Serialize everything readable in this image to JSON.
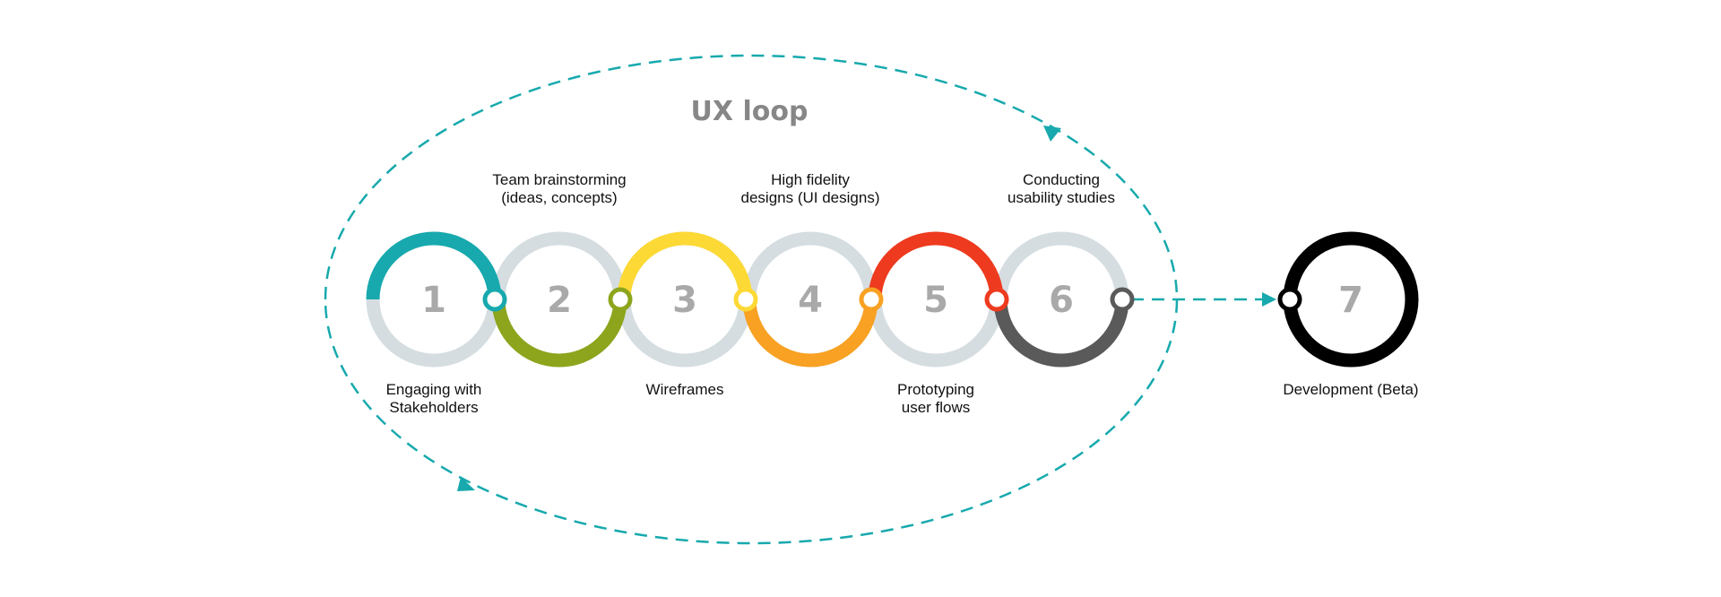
{
  "loop": {
    "title": "UX loop",
    "color": "#17a9ad"
  },
  "colors": {
    "track": "#d5dde1",
    "number": "#a9a9a9"
  },
  "steps": [
    {
      "number": "1",
      "color": "#17a9ad",
      "label_lines": [
        "Engaging with",
        "Stakeholders"
      ],
      "label_position": "below",
      "arc": "top-left"
    },
    {
      "number": "2",
      "color": "#8ca51c",
      "label_lines": [
        "Team brainstorming",
        "(ideas, concepts)"
      ],
      "label_position": "above",
      "arc": "bottom"
    },
    {
      "number": "3",
      "color": "#fdd935",
      "label_lines": [
        "Wireframes"
      ],
      "label_position": "below",
      "arc": "top"
    },
    {
      "number": "4",
      "color": "#f8a123",
      "label_lines": [
        "High fidelity",
        "designs (UI designs)"
      ],
      "label_position": "above",
      "arc": "bottom"
    },
    {
      "number": "5",
      "color": "#ee3a1e",
      "label_lines": [
        "Prototyping",
        "user flows"
      ],
      "label_position": "below",
      "arc": "top"
    },
    {
      "number": "6",
      "color": "#5a5a5a",
      "label_lines": [
        "Conducting",
        "usability studies"
      ],
      "label_position": "above",
      "arc": "bottom"
    },
    {
      "number": "7",
      "color": "#000000",
      "label_lines": [
        "Development (Beta)"
      ],
      "label_position": "below",
      "arc": "full"
    }
  ]
}
